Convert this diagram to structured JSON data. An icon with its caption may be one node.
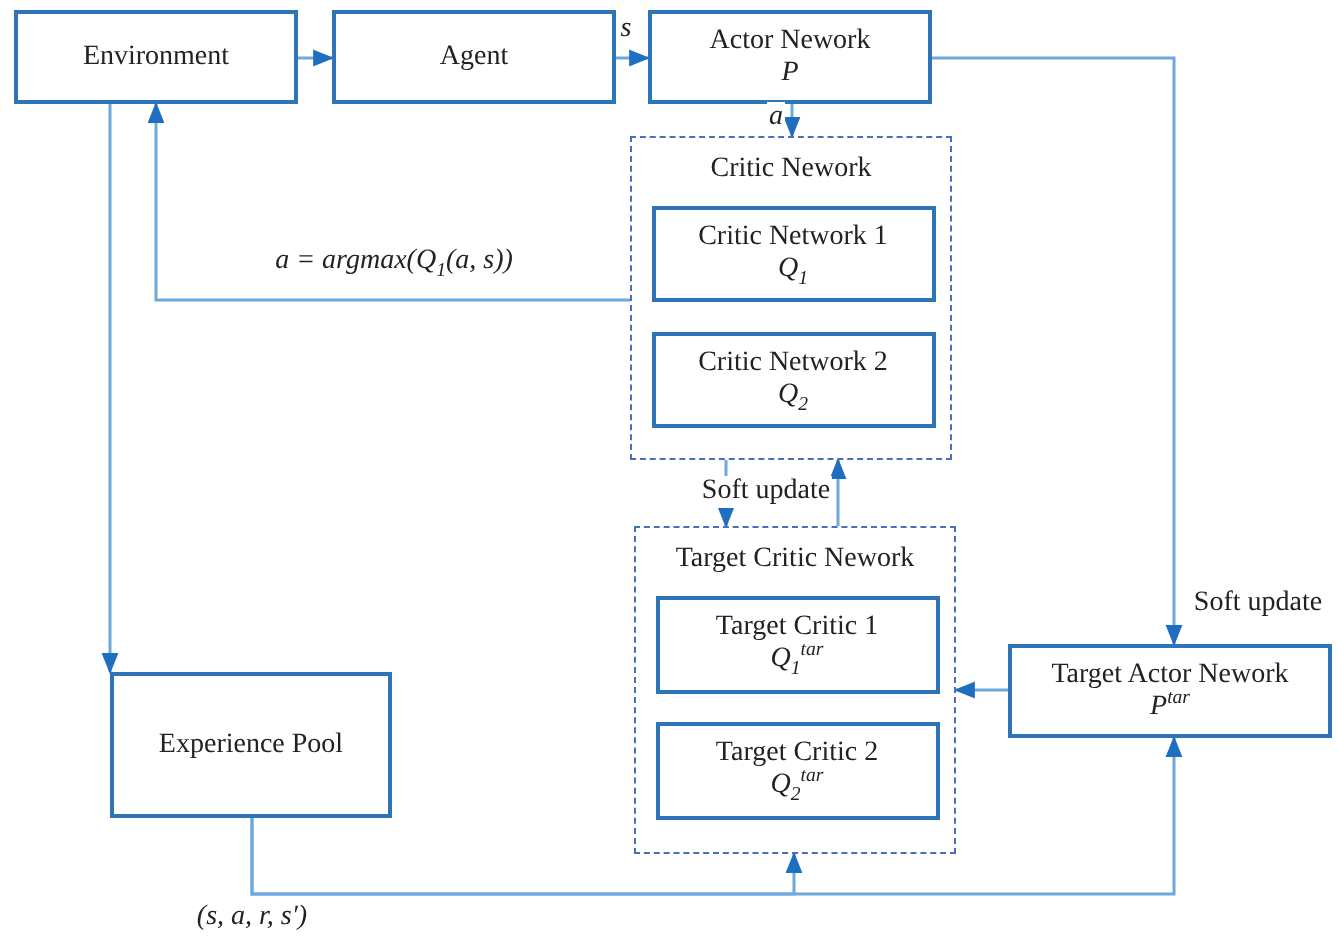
{
  "diagram": {
    "nodes": [
      {
        "text": [
          "Environment"
        ]
      },
      {
        "text": [
          "Agent"
        ]
      },
      {
        "text": [
          "Actor Nework",
          "P"
        ]
      },
      {
        "text": [
          "Critic Nework"
        ]
      },
      {
        "text": [
          "Critic Network 1",
          "Q$_{1}$"
        ],
        "in": 3
      },
      {
        "text": [
          "Critic Network 2",
          "Q$_{2}$"
        ],
        "in": 3
      },
      {
        "text": [
          "Target Critic Nework"
        ]
      },
      {
        "text": [
          "Target Critic 1",
          "Q$_{1}$$^{tar}$"
        ],
        "in": 6
      },
      {
        "text": [
          "Target Critic 2",
          "Q$_{2}$$^{tar}$"
        ],
        "in": 6
      },
      {
        "text": [
          "Target Actor Nework",
          "P$^{tar}$"
        ]
      },
      {
        "text": [
          "Experience Pool"
        ]
      }
    ],
    "edges": [
      {
        "from": 0,
        "to": 1,
        "arrow": "to"
      },
      {
        "from": 1,
        "to": 2,
        "arrow": "to",
        "label": "s"
      },
      {
        "from": 2,
        "to": 3,
        "arrow": "to",
        "label": "a"
      },
      {
        "from": 3,
        "to": 0,
        "arrow": "to",
        "label": "a = argmax(Q$_{1}$(a, s))"
      },
      {
        "from": 0,
        "to": 10,
        "arrow": "to"
      },
      {
        "from": 2,
        "to": 9,
        "arrow": "to",
        "label": "Soft update"
      },
      {
        "from": 3,
        "to": 6,
        "arrow": "to",
        "label": "Soft update"
      },
      {
        "from": 6,
        "to": 3,
        "arrow": "to"
      },
      {
        "from": 9,
        "to": 6,
        "arrow": "to"
      },
      {
        "from": 10,
        "to": 6,
        "arrow": "to",
        "label": "(s, a, r, s′)"
      },
      {
        "from": 10,
        "to": 9,
        "arrow": "to"
      }
    ]
  }
}
